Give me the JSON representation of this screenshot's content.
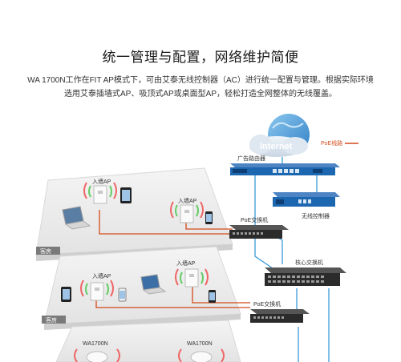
{
  "title": "统一管理与配置，网络维护简便",
  "description": {
    "line1": "WA 1700N工作在FIT AP模式下，可由艾泰无线控制器（AC）进行统一配置与管理。根据实际环境",
    "line2": "选用艾泰插墙式AP、吸顶式AP或桌面型AP，轻松打造全网整体的无线覆盖。"
  },
  "diagram": {
    "internet": "Internet",
    "legend_poe": "PoE线路",
    "router": "广告路由器",
    "controller": "无线控制器",
    "core_switch": "核心交换机",
    "poe_switch_1": "PoE交换机",
    "poe_switch_2": "PoE交换机",
    "floor1": {
      "ap1": "入墙AP",
      "ap2": "入墙AP",
      "room": "客房"
    },
    "floor2": {
      "ap1": "入墙AP",
      "ap2": "入墙AP",
      "room": "客房"
    },
    "floor3": {
      "ap1": "WA1700N",
      "ap2": "WA1700N"
    }
  },
  "colors": {
    "poe_line": "#d34a1a",
    "network_line": "#3a9ad9",
    "device_blue": "#1d66b0",
    "floor_label_bg": "#7a7a7a"
  }
}
